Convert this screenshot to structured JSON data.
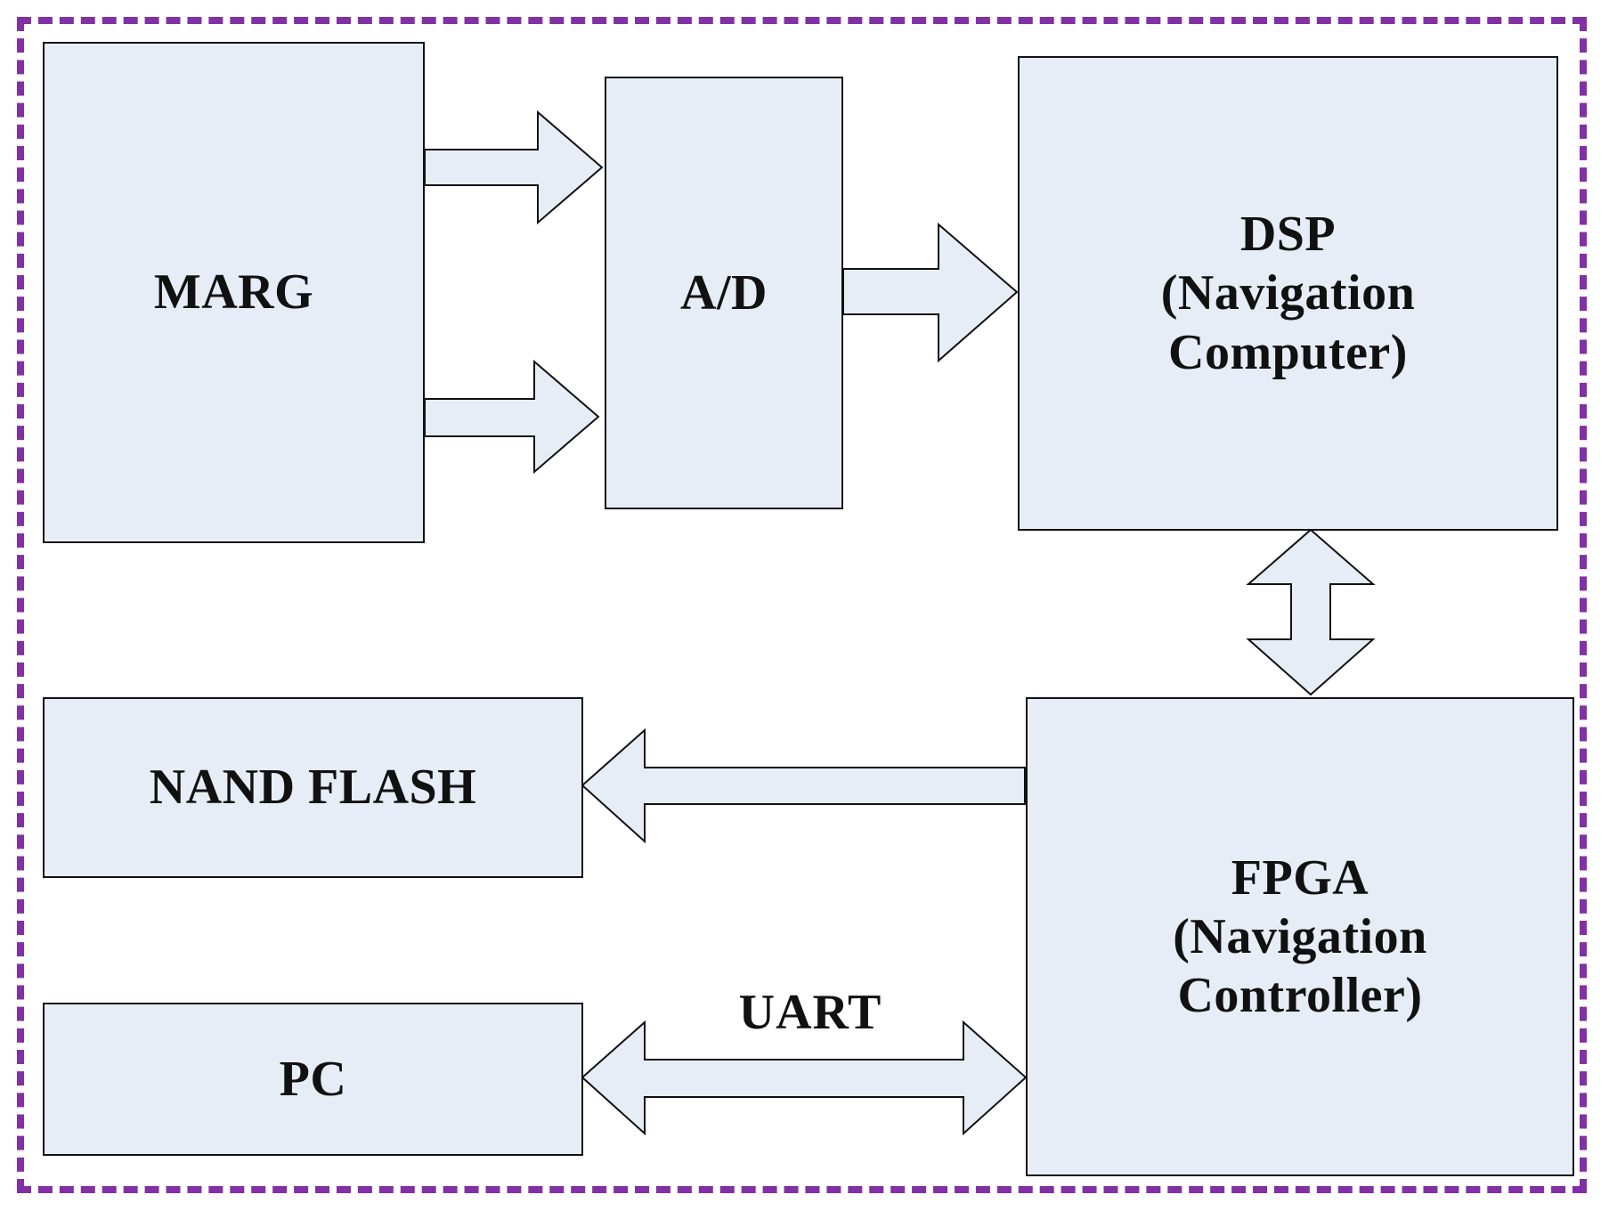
{
  "colors": {
    "block_fill": "#e6edf6",
    "block_stroke": "#111111",
    "frame": "#8230a5"
  },
  "blocks": {
    "marg": "MARG",
    "ad": "A/D",
    "dsp": "DSP\n(Navigation\nComputer)",
    "nand_flash": "NAND FLASH",
    "fpga": "FPGA\n(Navigation\nController)",
    "pc": "PC"
  },
  "connections": {
    "uart_label": "UART"
  }
}
